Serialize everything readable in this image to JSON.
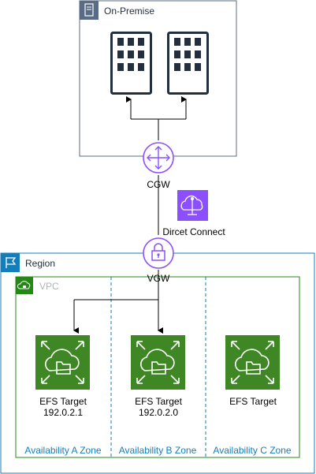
{
  "colors": {
    "onprem_border": "#5a6b86",
    "region_border": "#147eba",
    "vpc_border": "#248814",
    "purple": "#8c4fff",
    "efs_green": "#3f8624",
    "zone_text": "#147eba",
    "vpc_title": "#aab7b8"
  },
  "onprem": {
    "title": "On-Premise",
    "icon": "server-icon"
  },
  "region": {
    "title": "Region",
    "icon": "flag-icon"
  },
  "vpc": {
    "title": "VPC",
    "icon": "cloud-lock-icon"
  },
  "cgw": {
    "label": "CGW",
    "icon": "customer-gateway-icon"
  },
  "vgw": {
    "label": "VGW",
    "icon": "vpn-gateway-icon"
  },
  "direct_connect": {
    "label": "Dircet Connect",
    "icon": "direct-connect-icon"
  },
  "buildings": [
    {
      "icon": "building-icon"
    },
    {
      "icon": "building-icon"
    }
  ],
  "efs_targets": [
    {
      "label": "EFS Target",
      "ip": "192.0.2.1",
      "icon": "efs-icon"
    },
    {
      "label": "EFS Target",
      "ip": "192.0.2.0",
      "icon": "efs-icon"
    },
    {
      "label": "EFS Target",
      "ip": "",
      "icon": "efs-icon"
    }
  ],
  "zones": [
    {
      "label": "Availability A Zone"
    },
    {
      "label": "Availability B Zone"
    },
    {
      "label": "Availability C Zone"
    }
  ]
}
